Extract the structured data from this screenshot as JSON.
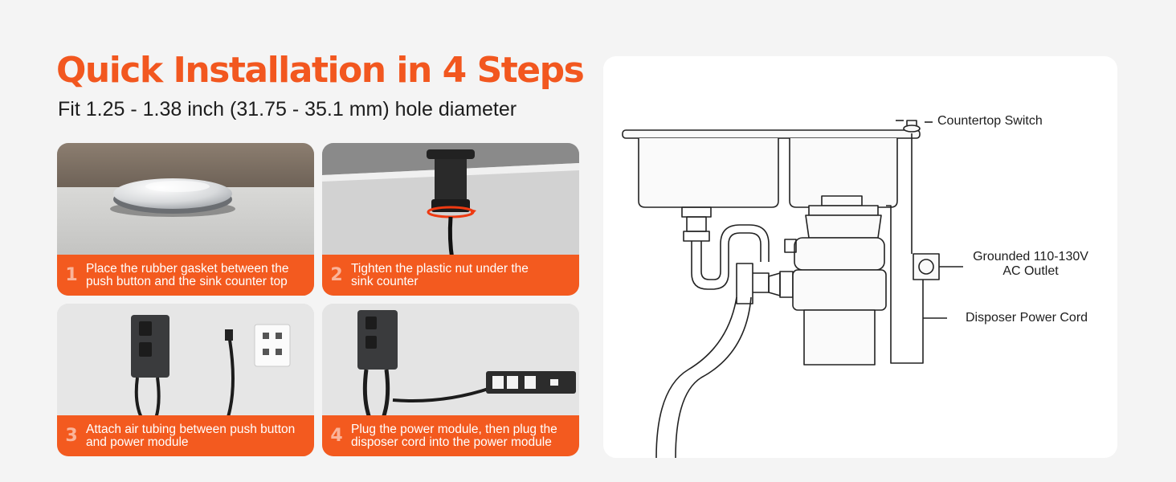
{
  "header": {
    "title": "Quick Installation in 4 Steps",
    "subtitle": "Fit 1.25 - 1.38 inch (31.75 - 35.1 mm) hole diameter"
  },
  "steps": [
    {
      "number": "1",
      "line1": "Place the rubber gasket between the",
      "line2": "push button and the sink counter top"
    },
    {
      "number": "2",
      "line1": "Tighten the plastic nut under the",
      "line2": "sink counter"
    },
    {
      "number": "3",
      "line1": "Attach air tubing between push button",
      "line2": "and power module"
    },
    {
      "number": "4",
      "line1": "Plug the power module, then plug the",
      "line2": "disposer cord into the power module"
    }
  ],
  "diagram": {
    "labels": {
      "countertop_switch": "Countertop Switch",
      "outlet_line1": "Grounded 110-130V",
      "outlet_line2": "AC Outlet",
      "power_cord": "Disposer Power Cord"
    }
  },
  "colors": {
    "accent": "#f35a1f",
    "title": "#f2571f",
    "background": "#f4f4f4"
  }
}
